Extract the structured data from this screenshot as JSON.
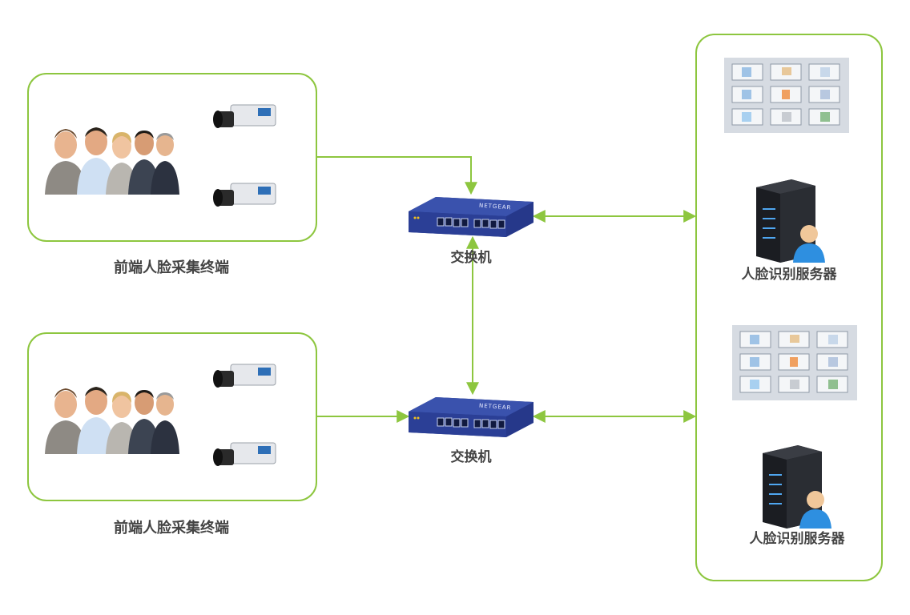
{
  "front_terminals": [
    {
      "label": "前端人脸采集终端"
    },
    {
      "label": "前端人脸采集终端"
    }
  ],
  "switches": [
    {
      "label": "交换机",
      "brand": "NETGEAR"
    },
    {
      "label": "交换机",
      "brand": "NETGEAR"
    }
  ],
  "servers": [
    {
      "label": "人脸识别服务器"
    },
    {
      "label": "人脸识别服务器"
    }
  ],
  "colors": {
    "accent_green": "#8dc63f",
    "switch_blue": "#2a3c8f",
    "label_gray": "#444444"
  }
}
